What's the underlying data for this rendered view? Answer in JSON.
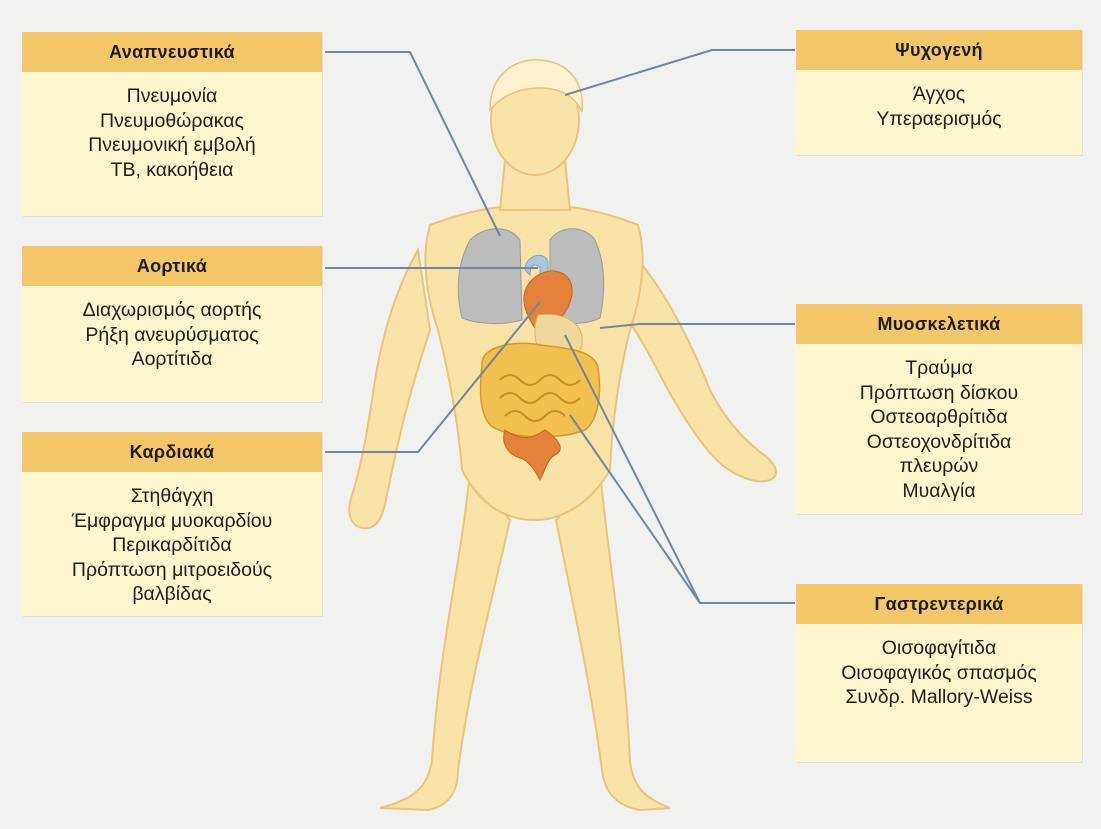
{
  "colors": {
    "background": "#f1f1ef",
    "box_header": "#f3c767",
    "box_body": "#fdf6cf",
    "body_fill": "#f8e2a6",
    "body_outline": "#e9c47a",
    "lungs": "#bcbcbc",
    "heart": "#e5803a",
    "intestines": "#f1c04e",
    "leader_line": "#6f889e"
  },
  "figure": {
    "subject": "human-body-figure"
  },
  "categories": [
    {
      "id": "respiratory",
      "title": "Αναπνευστικά",
      "items": [
        "Πνευμονία",
        "Πνευμοθώρακας",
        "Πνευμονική εμβολή",
        "ΤΒ, κακοήθεια"
      ]
    },
    {
      "id": "aortic",
      "title": "Αορτικά",
      "items": [
        "Διαχωρισμός αορτής",
        "Ρήξη ανευρύσματος",
        "Αορτίτιδα"
      ]
    },
    {
      "id": "cardiac",
      "title": "Καρδιακά",
      "items": [
        "Στηθάγχη",
        "Έμφραγμα μυοκαρδίου",
        "Περικαρδίτιδα",
        "Πρόπτωση μιτροειδούς",
        "βαλβίδας"
      ]
    },
    {
      "id": "psychogenic",
      "title": "Ψυχογενή",
      "items": [
        "Άγχος",
        "Υπεραερισμός"
      ]
    },
    {
      "id": "musculoskeletal",
      "title": "Μυοσκελετικά",
      "items": [
        "Τραύμα",
        "Πρόπτωση δίσκου",
        "Οστεοαρθρίτιδα",
        "Οστεοχονδρίτιδα",
        "πλευρών",
        "Μυαλγία"
      ]
    },
    {
      "id": "gastrointestinal",
      "title": "Γαστρεντερικά",
      "items": [
        "Οισοφαγίτιδα",
        "Οισοφαγικός σπασμός",
        "Συνδρ. Mallory-Weiss"
      ]
    }
  ]
}
